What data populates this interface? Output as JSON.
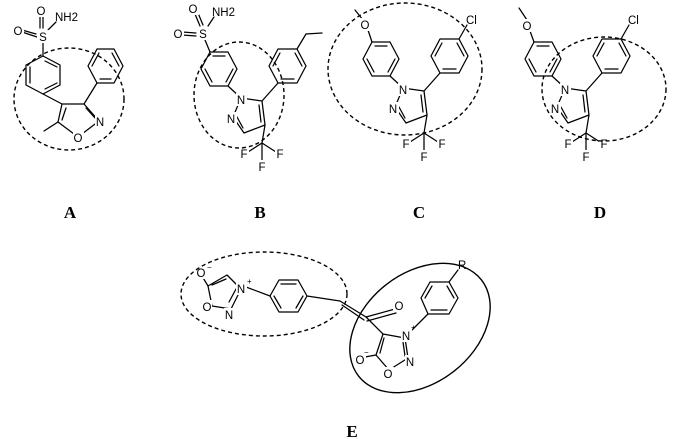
{
  "compounds": {
    "a": {
      "caption": "A",
      "labels": {
        "s": "S",
        "o1": "O",
        "o2": "O",
        "nh2": "NH2",
        "n": "N",
        "o": "O"
      }
    },
    "b": {
      "caption": "B",
      "labels": {
        "s": "S",
        "o1": "O",
        "o2": "O",
        "nh2": "NH2",
        "n1": "N",
        "n2": "N",
        "f1": "F",
        "f2": "F",
        "f3": "F"
      }
    },
    "c": {
      "caption": "C",
      "labels": {
        "o": "O",
        "cl": "Cl",
        "n1": "N",
        "n2": "N",
        "f1": "F",
        "f2": "F",
        "f3": "F"
      }
    },
    "d": {
      "caption": "D",
      "labels": {
        "o": "O",
        "cl": "Cl",
        "n1": "N",
        "n2": "N",
        "f1": "F",
        "f2": "F",
        "f3": "F"
      }
    },
    "e": {
      "caption": "E",
      "labels": {
        "o_minus_left": "O",
        "minus_left": "−",
        "n_plus_left": "N",
        "plus_left": "+",
        "o_ring_left": "O",
        "n_ring_left": "N",
        "o_carbonyl": "O",
        "r": "R",
        "n_plus_right": "N",
        "plus_right": "+",
        "o_minus_right": "O",
        "minus_right": "−",
        "o_ring_right": "O",
        "n_ring_right": "N"
      }
    }
  }
}
